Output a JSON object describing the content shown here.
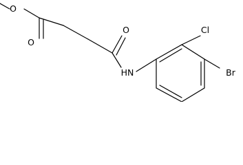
{
  "molecule": {
    "atom_labels": {
      "methyl": "",
      "ester_ether_oxygen": "O",
      "ester_carbonyl_oxygen": "O",
      "amide_carbonyl_oxygen": "O",
      "amide_nitrogen": "HN",
      "chlorine": "Cl",
      "bromine": "Br"
    }
  }
}
